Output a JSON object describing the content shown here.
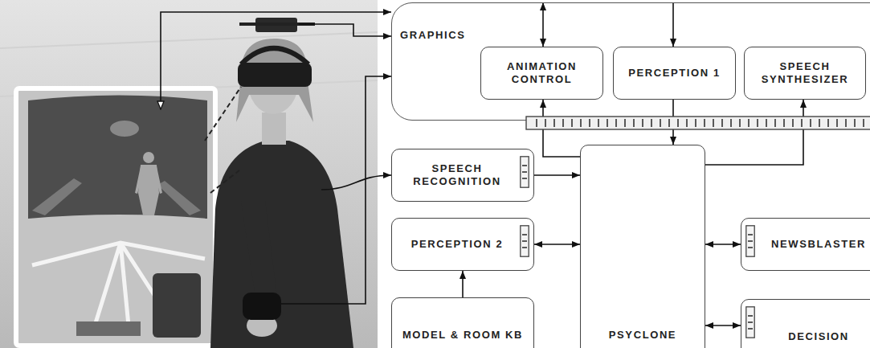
{
  "diagram": {
    "nodes": [
      {
        "text": [
          "GRAPHICS"
        ]
      },
      {
        "text": [
          "ANIMATION CONTROL"
        ],
        "in": 0
      },
      {
        "text": [
          "PERCEPTION 1"
        ],
        "in": 0
      },
      {
        "text": [
          "SPEECH SYNTHESIZER"
        ],
        "in": 0
      },
      {
        "text": [
          "SPEECH RECOGNITION"
        ]
      },
      {
        "text": [
          "PERCEPTION 2"
        ]
      },
      {
        "text": [
          "MODEL & ROOM KB"
        ]
      },
      {
        "text": [
          "PSYCLONE"
        ]
      },
      {
        "text": [
          "NEWSBLASTER"
        ]
      },
      {
        "text": [
          "DECISION"
        ]
      }
    ],
    "edges": [
      {
        "from": 0,
        "to": 1,
        "arrow": "both"
      },
      {
        "from": 0,
        "to": 2,
        "arrow": "to"
      },
      {
        "from": 7,
        "to": 1,
        "arrow": "to"
      },
      {
        "from": 2,
        "to": 7,
        "arrow": "to"
      },
      {
        "from": 7,
        "to": 3,
        "arrow": "to"
      },
      {
        "from": 4,
        "to": 7,
        "arrow": "to"
      },
      {
        "from": 5,
        "to": 7,
        "arrow": "both"
      },
      {
        "from": 6,
        "to": 5,
        "arrow": "to"
      },
      {
        "from": 8,
        "to": 7,
        "arrow": "both"
      },
      {
        "from": 9,
        "to": 7,
        "arrow": "both"
      }
    ]
  }
}
